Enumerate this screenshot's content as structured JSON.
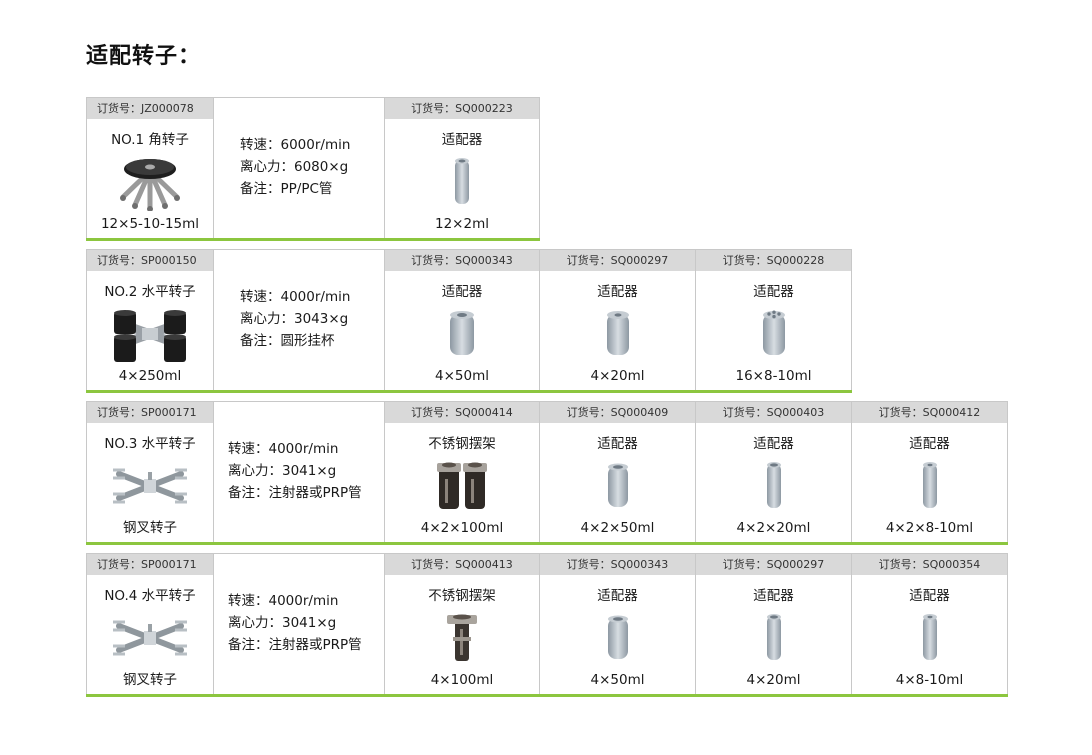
{
  "title": "适配转子：",
  "rotors": [
    {
      "order": "订货号：JZ000078",
      "name": "NO.1 角转子",
      "caption": "12×5-10-15ml",
      "icon": "angle-rotor-icon",
      "specs": [
        "转速：6000r/min",
        "离心力：6080×g",
        "备注：PP/PC管"
      ],
      "adapters": [
        {
          "order": "订货号：SQ000223",
          "name": "适配器",
          "caption": "12×2ml",
          "icon": "adapter-slim-icon"
        }
      ]
    },
    {
      "order": "订货号：SP000150",
      "name": "NO.2 水平转子",
      "caption": "4×250ml",
      "icon": "swing-bucket-rotor-icon",
      "specs": [
        "转速：4000r/min",
        "离心力：3043×g",
        "备注：圆形挂杯"
      ],
      "adapters": [
        {
          "order": "订货号：SQ000343",
          "name": "适配器",
          "caption": "4×50ml",
          "icon": "adapter-wide-icon"
        },
        {
          "order": "订货号：SQ000297",
          "name": "适配器",
          "caption": "4×20ml",
          "icon": "adapter-medium-icon"
        },
        {
          "order": "订货号：SQ000228",
          "name": "适配器",
          "caption": "16×8-10ml",
          "icon": "adapter-multihole-icon"
        }
      ]
    },
    {
      "order": "订货号：SP000171",
      "name": "NO.3 水平转子",
      "caption": "钢叉转子",
      "icon": "steel-fork-rotor-icon",
      "specs": [
        "转速：4000r/min",
        "离心力：3041×g",
        "备注：注射器或PRP管"
      ],
      "adapters": [
        {
          "order": "订货号：SQ000414",
          "name": "不锈钢摆架",
          "caption": "4×2×100ml",
          "icon": "steel-holder-double-icon"
        },
        {
          "order": "订货号：SQ000409",
          "name": "适配器",
          "caption": "4×2×50ml",
          "icon": "adapter-medium-icon"
        },
        {
          "order": "订货号：SQ000403",
          "name": "适配器",
          "caption": "4×2×20ml",
          "icon": "adapter-slim-icon"
        },
        {
          "order": "订货号：SQ000412",
          "name": "适配器",
          "caption": "4×2×8-10ml",
          "icon": "adapter-slim-icon"
        }
      ]
    },
    {
      "order": "订货号：SP000171",
      "name": "NO.4 水平转子",
      "caption": "钢叉转子",
      "icon": "steel-fork-rotor-icon",
      "specs": [
        "转速：4000r/min",
        "离心力：3041×g",
        "备注：注射器或PRP管"
      ],
      "adapters": [
        {
          "order": "订货号：SQ000413",
          "name": "不锈钢摆架",
          "caption": "4×100ml",
          "icon": "steel-holder-single-icon"
        },
        {
          "order": "订货号：SQ000343",
          "name": "适配器",
          "caption": "4×50ml",
          "icon": "adapter-medium-icon"
        },
        {
          "order": "订货号：SQ000297",
          "name": "适配器",
          "caption": "4×20ml",
          "icon": "adapter-slim-icon"
        },
        {
          "order": "订货号：SQ000354",
          "name": "适配器",
          "caption": "4×8-10ml",
          "icon": "adapter-slim-icon"
        }
      ]
    }
  ]
}
